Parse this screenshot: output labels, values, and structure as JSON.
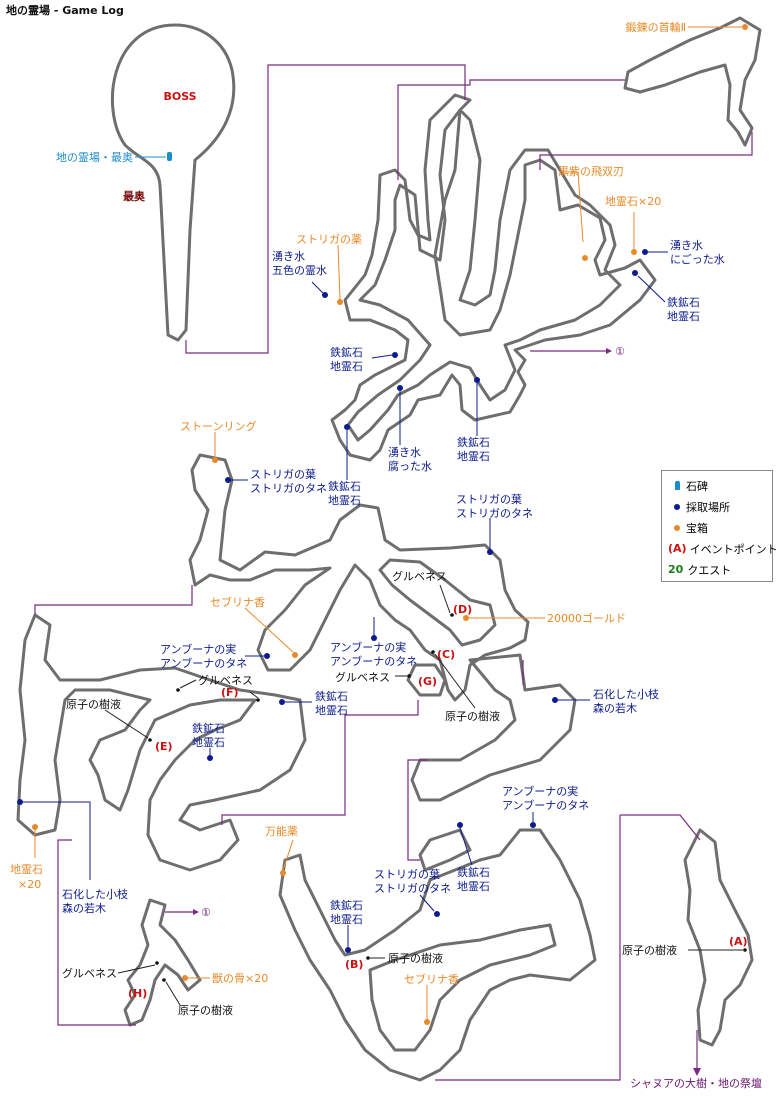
{
  "title": "地の霊場 - Game Log",
  "zones": {
    "boss": "BOSS",
    "deepest": "最奥"
  },
  "stone": {
    "label": "地の霊場・最奥"
  },
  "legend": {
    "stone": "石碑",
    "gather": "採取場所",
    "chest": "宝箱",
    "event_sym": "(A)",
    "event": "イベントポイント",
    "quest_sym": "20",
    "quest": "クエスト"
  },
  "chests": {
    "c1": "鍛錬の首輪Ⅱ",
    "c2": "黒紫の飛双刃",
    "c3": "地霊石×20",
    "c4": "ストリガの薬",
    "c5": "ストーンリング",
    "c6": "セブリナ香",
    "c7": "20000ゴールド",
    "c8": "万能薬",
    "c9": "セブリナ香",
    "c10": "獣の骨×20",
    "c11a": "地霊石",
    "c11b": "×20"
  },
  "gathers": {
    "g1a": "湧き水",
    "g1b": "五色の霊水",
    "g2a": "湧き水",
    "g2b": "にごった水",
    "g3a": "鉄鉱石",
    "g3b": "地霊石",
    "g4a": "鉄鉱石",
    "g4b": "地霊石",
    "g5a": "湧き水",
    "g5b": "腐った水",
    "g6a": "鉄鉱石",
    "g6b": "地霊石",
    "g7a": "鉄鉱石",
    "g7b": "地霊石",
    "g8a": "ストリガの葉",
    "g8b": "ストリガのタネ",
    "g9a": "ストリガの葉",
    "g9b": "ストリガのタネ",
    "g10a": "アンブーナの実",
    "g10b": "アンブーナのタネ",
    "g11a": "アンブーナの実",
    "g11b": "アンブーナのタネ",
    "g12a": "鉄鉱石",
    "g12b": "地霊石",
    "g13a": "鉄鉱石",
    "g13b": "地霊石",
    "g14a": "石化した小枝",
    "g14b": "森の若木",
    "g15a": "アンブーナの実",
    "g15b": "アンブーナのタネ",
    "g16a": "ストリガの葉",
    "g16b": "ストリガのタネ",
    "g17a": "鉄鉱石",
    "g17b": "地霊石",
    "g18a": "鉄鉱石",
    "g18b": "地霊石",
    "g19a": "石化した小枝",
    "g19b": "森の若木"
  },
  "events": {
    "a": "(A)",
    "b": "(B)",
    "c": "(C)",
    "d": "(D)",
    "e": "(E)",
    "f": "(F)",
    "g": "(G)",
    "h": "(H)"
  },
  "points": {
    "p1": "グルベネス",
    "p2": "グルベネス",
    "p3": "グルベネス",
    "p4": "グルベネス",
    "p5": "原子の樹液",
    "p6": "原子の樹液",
    "p7": "原子の樹液",
    "p8": "原子の樹液",
    "p9": "原子の樹液"
  },
  "links": {
    "l1": "①",
    "l2": "①"
  },
  "exit": "シャヌアの大樹・地の祭壇"
}
